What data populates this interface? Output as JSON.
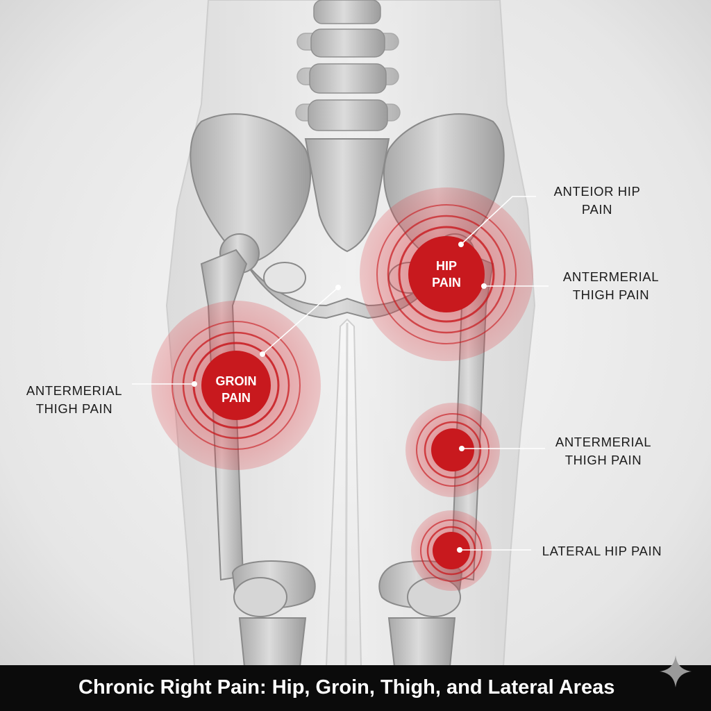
{
  "hotspots": [
    {
      "name": "hip-pain",
      "text_lines": [
        "HIP",
        "PAIN"
      ]
    },
    {
      "name": "groin-pain",
      "text_lines": [
        "GROIN",
        "PAIN"
      ]
    },
    {
      "name": "mid-thigh",
      "text_lines": []
    },
    {
      "name": "lower-thigh",
      "text_lines": []
    }
  ],
  "callouts": [
    {
      "name": "anterior-hip",
      "lines": [
        "ANTEIOR HIP",
        "PAIN"
      ]
    },
    {
      "name": "antermerial-thigh-upper",
      "lines": [
        "ANTERMERIAL",
        "THIGH PAIN"
      ]
    },
    {
      "name": "antermerial-thigh-left",
      "lines": [
        "ANTERMERIAL",
        "THIGH PAIN"
      ]
    },
    {
      "name": "antermerial-thigh-lower",
      "lines": [
        "ANTERMERIAL",
        "THIGH PAIN"
      ]
    },
    {
      "name": "lateral-hip",
      "lines": [
        "LATERAL HIP PAIN"
      ]
    }
  ],
  "caption": "Chronic Right Pain: Hip, Groin, Thigh, and Lateral Areas",
  "colors": {
    "pain_core": "#c8191e",
    "pain_halo": "#e0333a",
    "bone": "#c9c9c9",
    "background": "#e9e9e9",
    "caption_bar": "#0b0b0b"
  },
  "icons": [
    "sparkle-icon"
  ]
}
